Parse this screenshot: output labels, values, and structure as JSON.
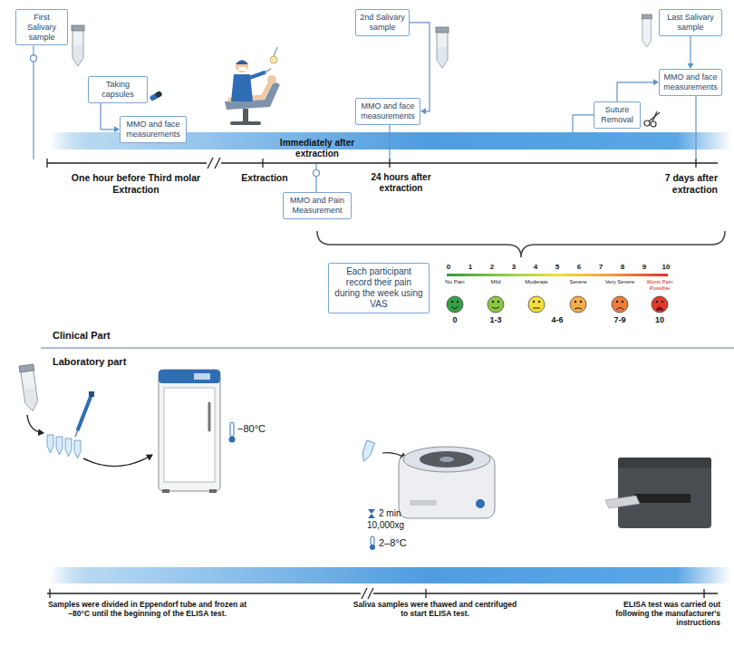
{
  "diagram": {
    "nodes": [
      {
        "text": [
          "First Salivary sample"
        ]
      },
      {
        "text": [
          "Taking capsules"
        ]
      },
      {
        "text": [
          "MMO and face measurements"
        ]
      },
      {
        "text": [
          "MMO and Pain Measurement"
        ]
      },
      {
        "text": [
          "2nd Salivary sample"
        ]
      },
      {
        "text": [
          "MMO and face measurements"
        ]
      },
      {
        "text": [
          "Last Salivary sample"
        ]
      },
      {
        "text": [
          "MMO and face measurements"
        ]
      },
      {
        "text": [
          "Suture Removal"
        ]
      },
      {
        "text": [
          "Each participant record their pain during the week using VAS"
        ]
      }
    ],
    "edges": [
      {
        "from": 1,
        "to": 2,
        "arrow": "to"
      },
      {
        "from": 4,
        "to": 5,
        "arrow": "to"
      },
      {
        "from": 6,
        "to": 7,
        "arrow": "to"
      },
      {
        "from": 8,
        "to": 7,
        "arrow": "to"
      }
    ],
    "labels": [
      "One hour before Third molar Extraction",
      "Extraction",
      "Immediately after extraction",
      "24 hours after extraction",
      "7 days after extraction",
      "0",
      "1",
      "2",
      "3",
      "4",
      "5",
      "6",
      "7",
      "8",
      "9",
      "10",
      "No Pain",
      "Mild",
      "Moderate",
      "Severe",
      "Very Severe",
      "Worst Pain Possible",
      "0",
      "1-3",
      "4-6",
      "7-9",
      "10",
      "Clinical Part",
      "Laboratory part",
      "−80°C",
      "2 min",
      "10,000xg",
      "2–8°C",
      "Samples were divided in Eppendorf tube and frozen at −80°C until the beginning of the ELISA test.",
      "Saliva samples were thawed and centrifuged to start ELISA test.",
      "ELISA test was carried out following the manufacturer's instructions"
    ]
  }
}
